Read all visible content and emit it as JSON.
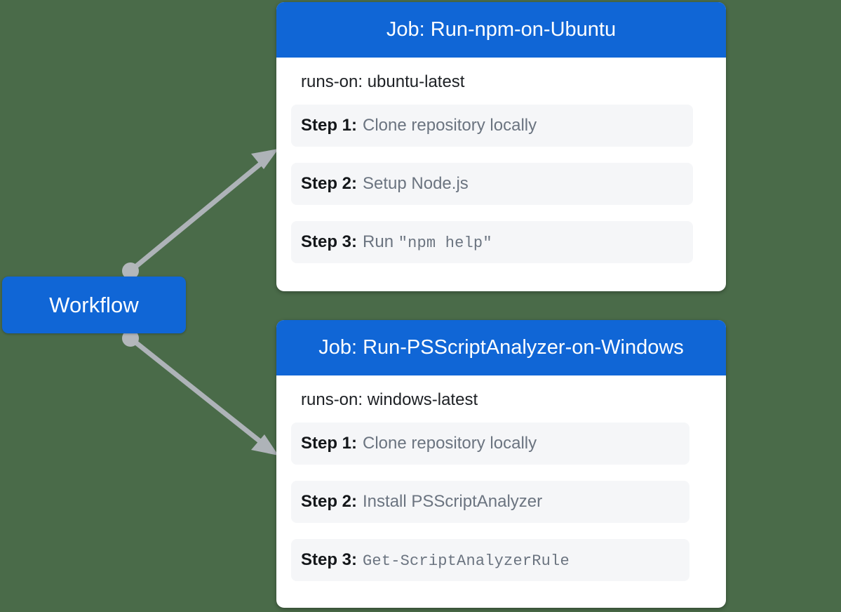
{
  "diagram": {
    "background_color": "#4a6b49",
    "accent_color": "#1066d6",
    "connector_color": "#aeb3b8",
    "root": {
      "label": "Workflow"
    },
    "jobs": [
      {
        "id": "ubuntu",
        "title": "Job: Run-npm-on-Ubuntu",
        "runs_on": "runs-on: ubuntu-latest",
        "steps": [
          {
            "label": "Step 1:",
            "desc_text": "Clone repository locally",
            "desc_code": ""
          },
          {
            "label": "Step 2:",
            "desc_text": "Setup Node.js",
            "desc_code": ""
          },
          {
            "label": "Step 3:",
            "desc_text": "Run ",
            "desc_code": "\"npm help\""
          }
        ]
      },
      {
        "id": "windows",
        "title": "Job: Run-PSScriptAnalyzer-on-Windows",
        "runs_on": "runs-on: windows-latest",
        "steps": [
          {
            "label": "Step 1:",
            "desc_text": "Clone repository locally",
            "desc_code": ""
          },
          {
            "label": "Step 2:",
            "desc_text": "Install PSScriptAnalyzer",
            "desc_code": ""
          },
          {
            "label": "Step 3:",
            "desc_text": "",
            "desc_code": "Get-ScriptAnalyzerRule"
          }
        ]
      }
    ],
    "edges": [
      {
        "name": "edge-workflow-to-ubuntu",
        "from_dot": [
          186,
          386
        ],
        "to": [
          397,
          212
        ]
      },
      {
        "name": "edge-workflow-to-windows",
        "from_dot": [
          186,
          482
        ],
        "to": [
          397,
          649
        ]
      }
    ]
  }
}
